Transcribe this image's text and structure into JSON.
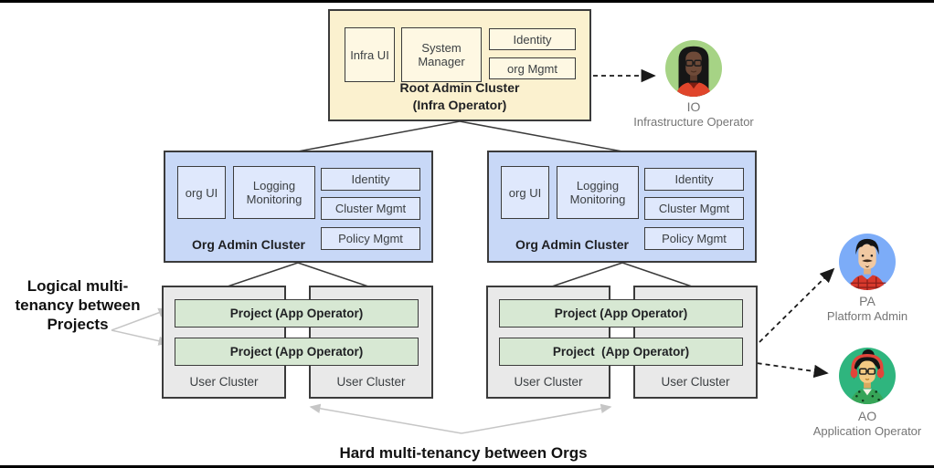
{
  "root_cluster": {
    "title": "Root Admin Cluster",
    "subtitle": "(Infra Operator)",
    "infra_ui": "Infra UI",
    "system_manager": "System Manager",
    "identity": "Identity",
    "org_mgmt": "org Mgmt"
  },
  "org_cluster_left": {
    "title": "Org Admin Cluster",
    "org_ui": "org UI",
    "logging_monitoring": "Logging Monitoring",
    "identity": "Identity",
    "cluster_mgmt": "Cluster Mgmt",
    "policy_mgmt": "Policy Mgmt"
  },
  "org_cluster_right": {
    "title": "Org Admin Cluster",
    "org_ui": "org UI",
    "logging_monitoring": "Logging Monitoring",
    "identity": "Identity",
    "cluster_mgmt": "Cluster Mgmt",
    "policy_mgmt": "Policy Mgmt"
  },
  "user_groups": {
    "left": {
      "project1": "Project (App Operator)",
      "project2": "Project (App Operator)",
      "cluster1": "User Cluster",
      "cluster2": "User Cluster"
    },
    "right": {
      "project1": "Project (App Operator)",
      "project2": "Project  (App Operator)",
      "cluster1": "User Cluster",
      "cluster2": "User Cluster"
    }
  },
  "annotations": {
    "left": "Logical multi-tenancy between Projects",
    "bottom": "Hard multi-tenancy between Orgs"
  },
  "personas": {
    "io": {
      "abbr": "IO",
      "label": "Infrastructure Operator"
    },
    "pa": {
      "abbr": "PA",
      "label": "Platform Admin"
    },
    "ao": {
      "abbr": "AO",
      "label": "Application Operator"
    }
  },
  "colors": {
    "root_cluster_fill": "#FBF1CF",
    "root_inner_fill": "#FEF8E3",
    "org_cluster_fill": "#C8D8F7",
    "org_inner_fill": "#DFE8FC",
    "user_cluster_fill": "#E9E9E9",
    "project_fill": "#D7E8D3",
    "box_border": "#3B3B3B",
    "io_avatar_bg": "#A6D385",
    "pa_avatar_bg": "#7CACF8",
    "ao_avatar_bg": "#2FB57E",
    "persona_text": "#757575",
    "annotation_arrow": "#C6C6C6",
    "dashed_arrow": "#1A1A1A"
  }
}
